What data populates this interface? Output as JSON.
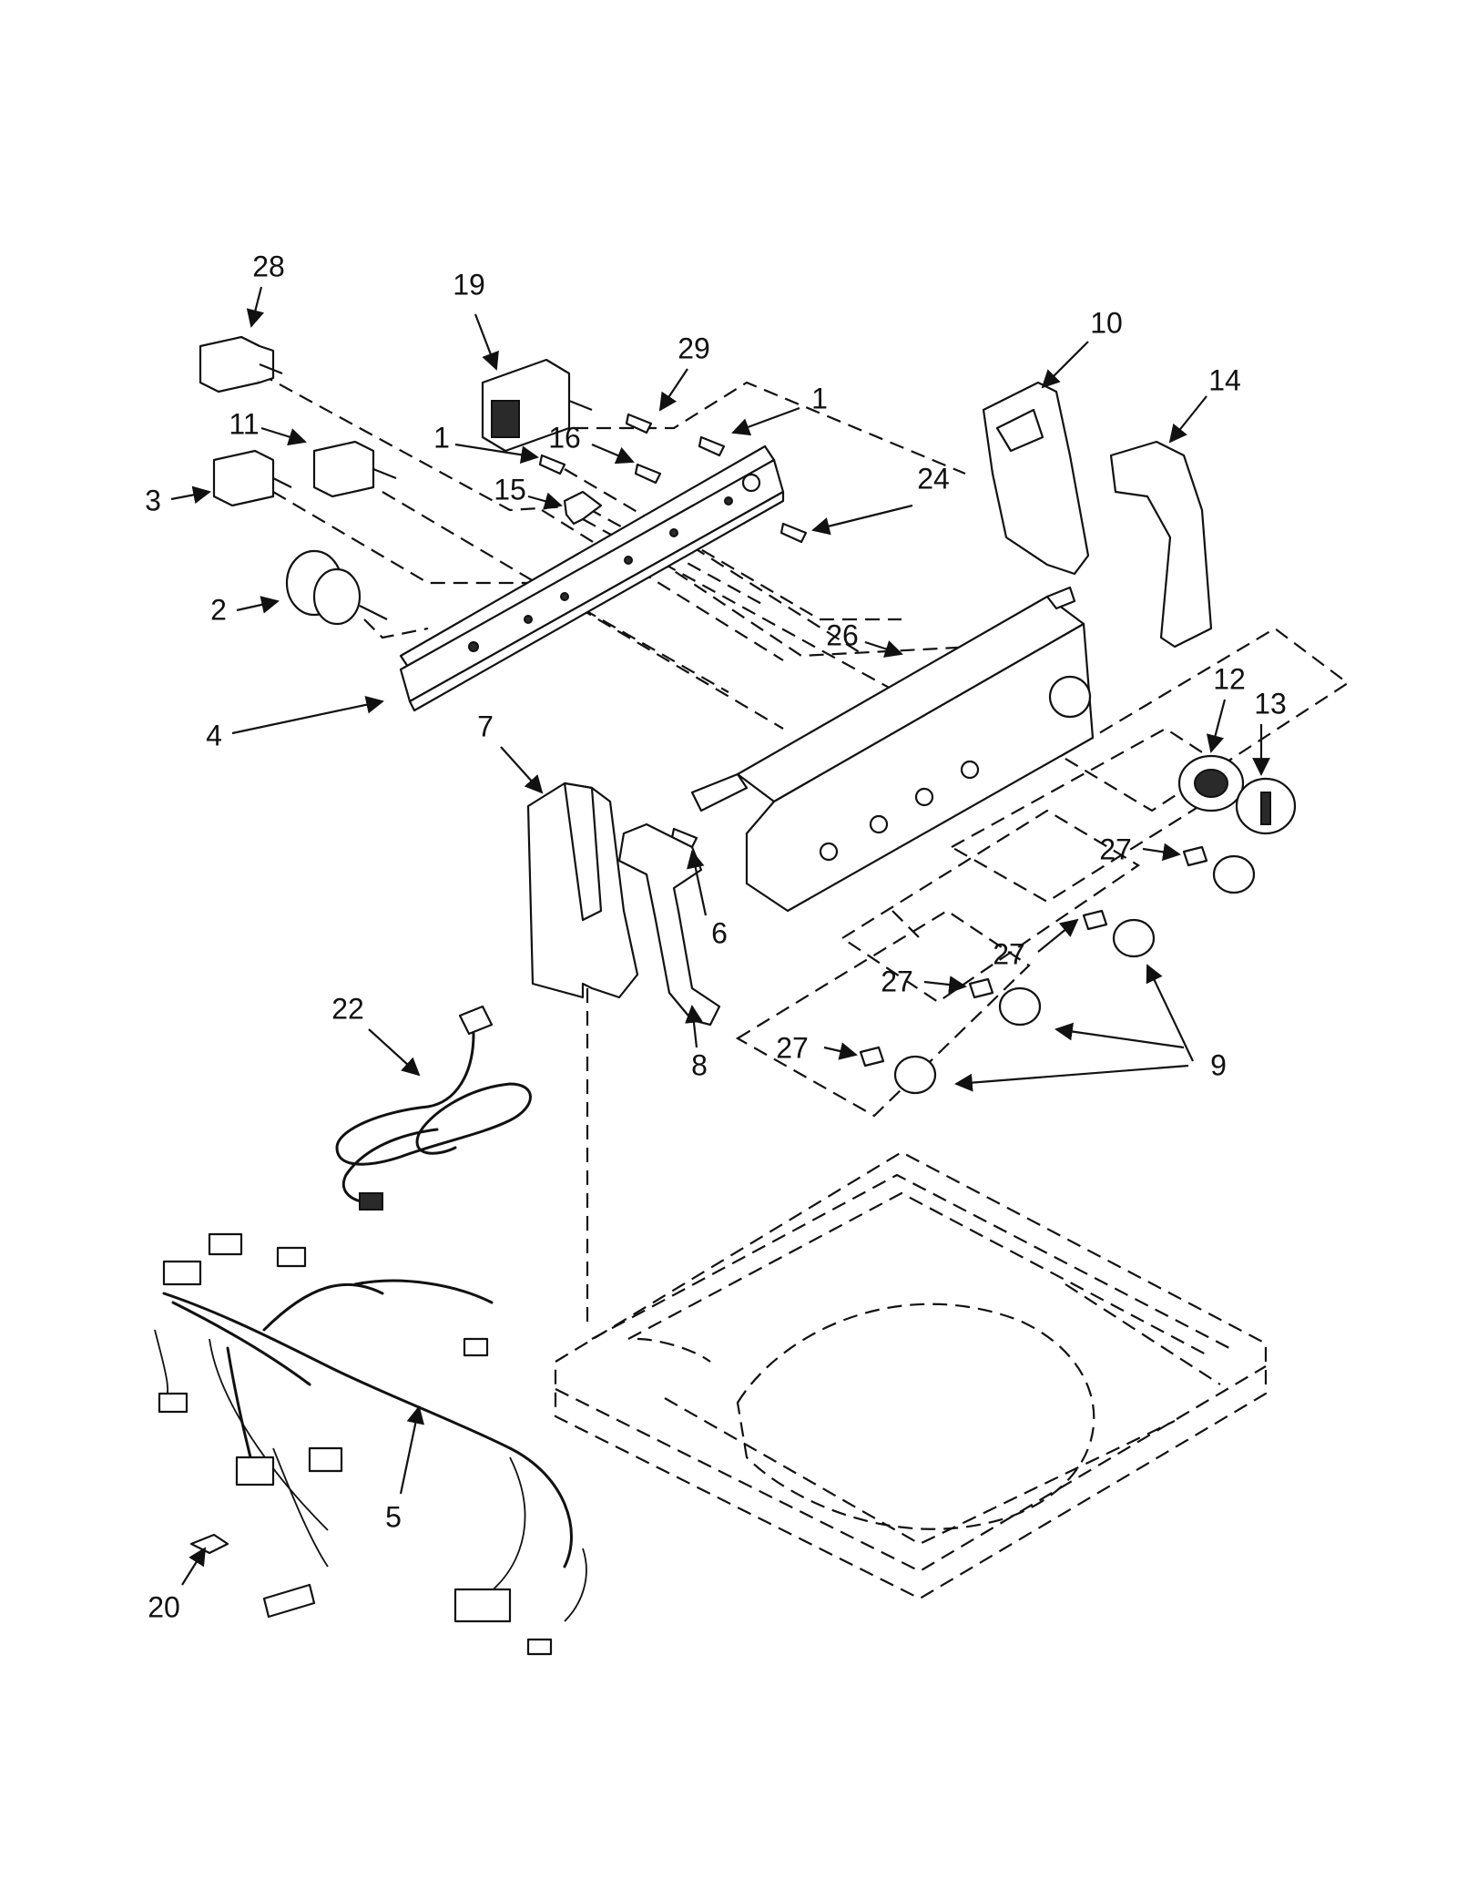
{
  "diagram": {
    "callouts": [
      {
        "id": "p28",
        "label": "28"
      },
      {
        "id": "p19",
        "label": "19"
      },
      {
        "id": "p29",
        "label": "29"
      },
      {
        "id": "p1a",
        "label": "1"
      },
      {
        "id": "p10",
        "label": "10"
      },
      {
        "id": "p14",
        "label": "14"
      },
      {
        "id": "p11",
        "label": "11"
      },
      {
        "id": "p1b",
        "label": "1"
      },
      {
        "id": "p16",
        "label": "16"
      },
      {
        "id": "p3",
        "label": "3"
      },
      {
        "id": "p15",
        "label": "15"
      },
      {
        "id": "p24",
        "label": "24"
      },
      {
        "id": "p2",
        "label": "2"
      },
      {
        "id": "p26",
        "label": "26"
      },
      {
        "id": "p4",
        "label": "4"
      },
      {
        "id": "p12",
        "label": "12"
      },
      {
        "id": "p13",
        "label": "13"
      },
      {
        "id": "p7",
        "label": "7"
      },
      {
        "id": "p27a",
        "label": "27"
      },
      {
        "id": "p6",
        "label": "6"
      },
      {
        "id": "p27b",
        "label": "27"
      },
      {
        "id": "p27c",
        "label": "27"
      },
      {
        "id": "p22",
        "label": "22"
      },
      {
        "id": "p27d",
        "label": "27"
      },
      {
        "id": "p8",
        "label": "8"
      },
      {
        "id": "p9",
        "label": "9"
      },
      {
        "id": "p5",
        "label": "5"
      },
      {
        "id": "p20",
        "label": "20"
      }
    ]
  }
}
